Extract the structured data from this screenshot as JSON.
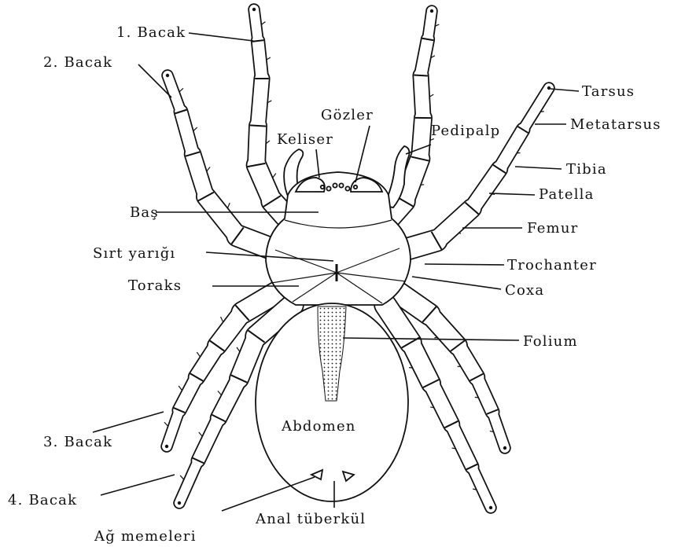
{
  "labels": {
    "leg1": "1. Bacak",
    "leg2": "2. Bacak",
    "leg3": "3. Bacak",
    "leg4": "4. Bacak",
    "eyes": "Gözler",
    "chelicerae": "Keliser",
    "pedipalp": "Pedipalp",
    "tarsus": "Tarsus",
    "metatarsus": "Metatarsus",
    "tibia": "Tibia",
    "patella": "Patella",
    "femur": "Femur",
    "head": "Baş",
    "dorsal_groove": "Sırt yarığı",
    "thorax": "Toraks",
    "trochanter": "Trochanter",
    "coxa": "Coxa",
    "folium": "Folium",
    "abdomen": "Abdomen",
    "anal_tubercle": "Anal tüberkül",
    "spinnerets": "Ağ memeleri"
  },
  "colors": {
    "ink": "#111111",
    "paper": "#ffffff"
  }
}
